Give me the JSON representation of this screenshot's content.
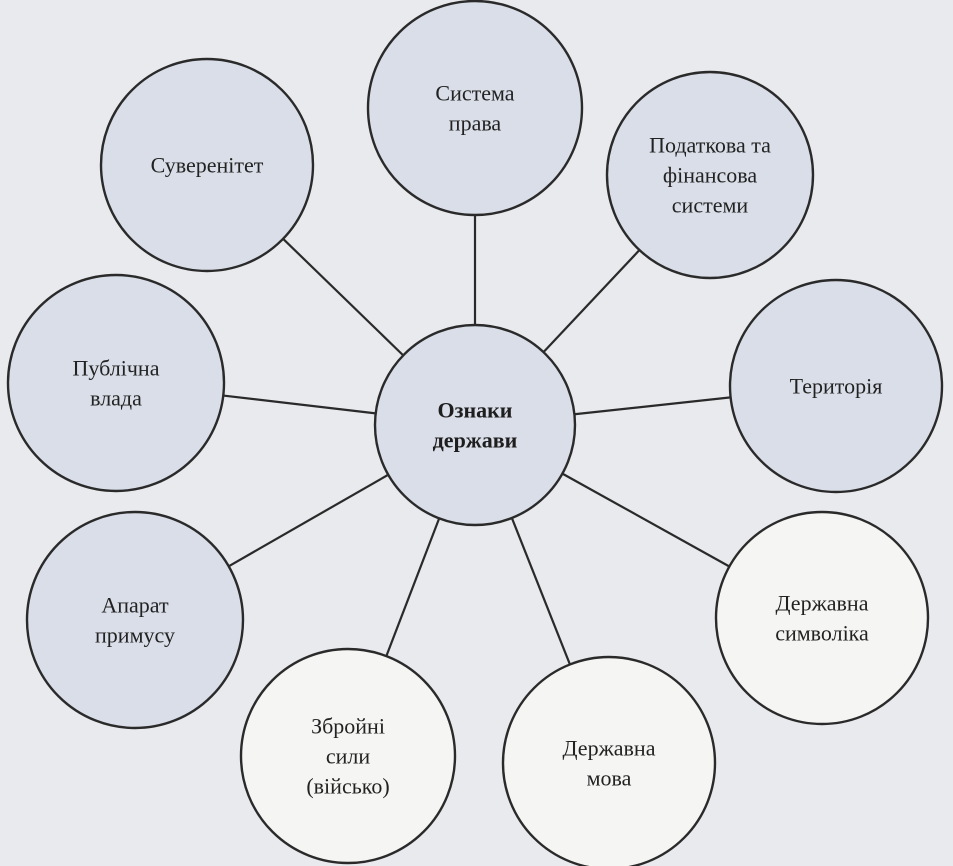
{
  "diagram": {
    "center": {
      "label_lines": [
        "Ознаки",
        "держави"
      ],
      "fill": "#d9dee8"
    },
    "nodes": [
      {
        "id": "sovereignty",
        "label_lines": [
          "Суверенітет"
        ],
        "shaded": true
      },
      {
        "id": "legal-system",
        "label_lines": [
          "Система",
          "права"
        ],
        "shaded": true
      },
      {
        "id": "tax-finance",
        "label_lines": [
          "Податкова та",
          "фінансова",
          "системи"
        ],
        "shaded": true
      },
      {
        "id": "territory",
        "label_lines": [
          "Територія"
        ],
        "shaded": true
      },
      {
        "id": "state-symbols",
        "label_lines": [
          "Державна",
          "символіка"
        ],
        "shaded": false
      },
      {
        "id": "state-language",
        "label_lines": [
          "Державна",
          "мова"
        ],
        "shaded": false
      },
      {
        "id": "armed-forces",
        "label_lines": [
          "Збройні",
          "сили",
          "(військо)"
        ],
        "shaded": false
      },
      {
        "id": "coercion-apparatus",
        "label_lines": [
          "Апарат",
          "примусу"
        ],
        "shaded": true
      },
      {
        "id": "public-authority",
        "label_lines": [
          "Публічна",
          "влада"
        ],
        "shaded": true
      }
    ],
    "colors": {
      "shaded_fill": "#d9dee8",
      "plain_fill": "#f5f5f3",
      "stroke": "#2a2a2a",
      "background": "#e9eaee"
    }
  }
}
